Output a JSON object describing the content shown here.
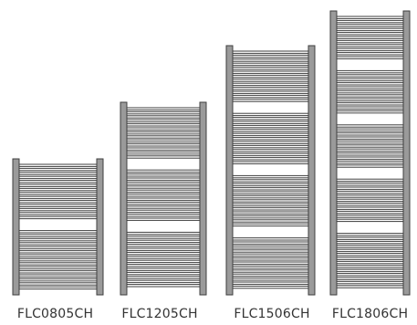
{
  "products": [
    {
      "model": "FLC0805CH",
      "icon": "towel-radiator-icon"
    },
    {
      "model": "FLC1205CH",
      "icon": "towel-radiator-icon"
    },
    {
      "model": "FLC1506CH",
      "icon": "towel-radiator-icon"
    },
    {
      "model": "FLC1806CH",
      "icon": "towel-radiator-icon"
    }
  ],
  "colors": {
    "rail": "#9a9a9a",
    "bar_fill": "#ffffff",
    "bar_stroke": "#3f3f3f",
    "background": "#ffffff",
    "label_text": "#333333"
  }
}
